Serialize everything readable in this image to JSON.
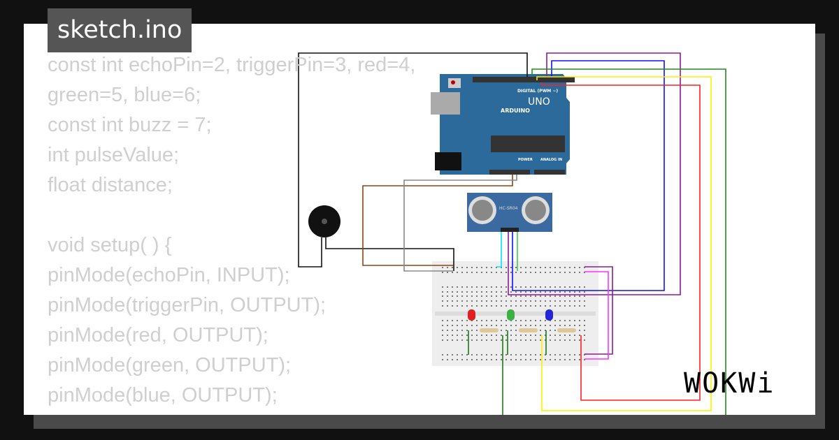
{
  "title": "sketch.ino",
  "code_lines": [
    "const int echoPin=2, triggerPin=3, red=4, green=5, blue=6;",
    "const int buzz = 7;",
    "int pulseValue;",
    "float distance;",
    "",
    "void setup( ) {",
    "pinMode(echoPin, INPUT);",
    "pinMode(triggerPin, OUTPUT);",
    "pinMode(red, OUTPUT);",
    "pinMode(green, OUTPUT);",
    "pinMode(blue, OUTPUT);"
  ],
  "arduino": {
    "brand": "ARDUINO",
    "model": "UNO",
    "digital_label": "DIGITAL (PWM ~)",
    "power_label": "POWER",
    "analog_label": "ANALOG IN"
  },
  "sensor": {
    "label": "HC-SR04"
  },
  "logo": "WOKWi",
  "colors": {
    "board": "#2b6a9b",
    "led_red": "#e02020",
    "led_green": "#3cb043",
    "led_blue": "#2525d8"
  }
}
